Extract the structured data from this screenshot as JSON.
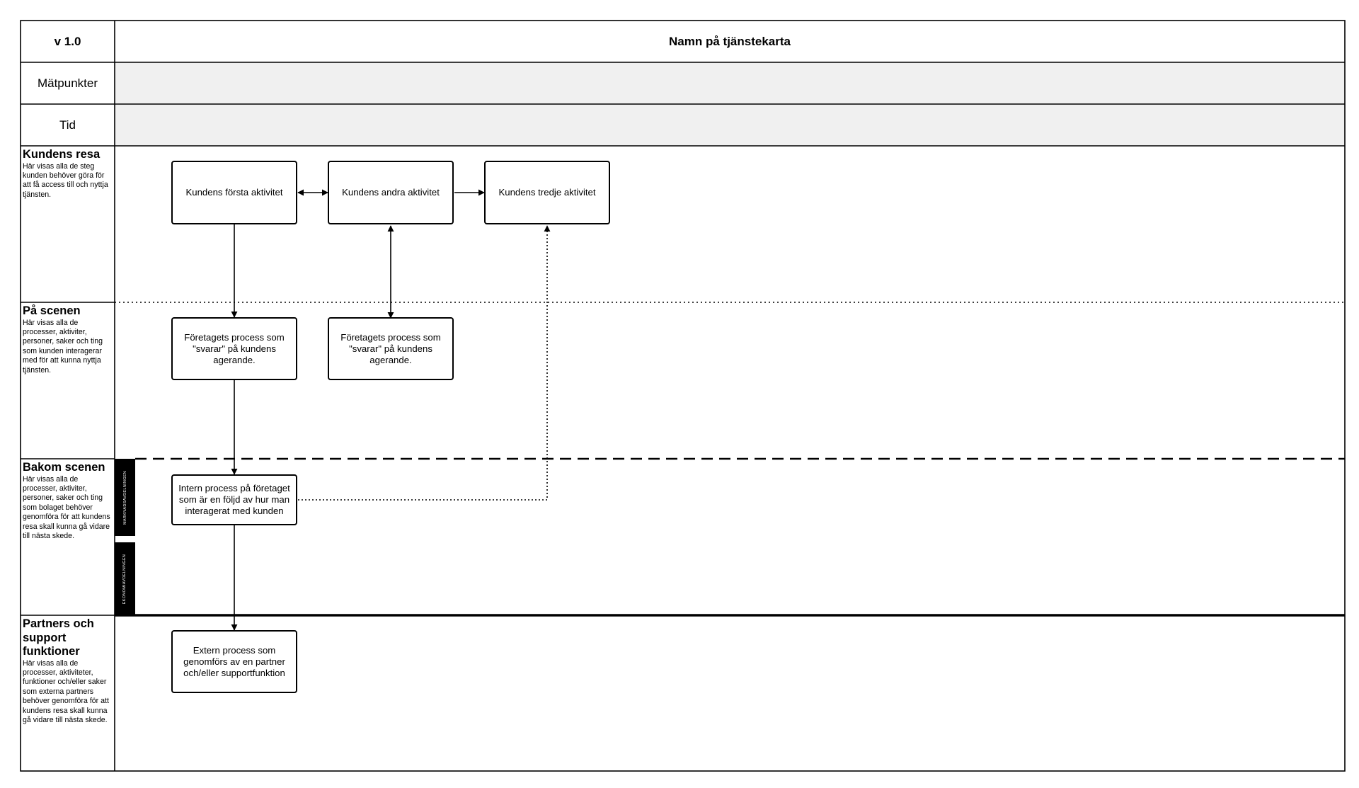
{
  "header": {
    "version": "v 1.0",
    "map_title": "Namn på tjänstekarta"
  },
  "rows": {
    "metrics_label": "Mätpunkter",
    "time_label": "Tid"
  },
  "lanes": [
    {
      "id": "customer-journey",
      "title": "Kundens resa",
      "description": "Här visas alla de steg kunden behöver göra för att få access till och nyttja tjänsten."
    },
    {
      "id": "on-stage",
      "title": "På scenen",
      "description": "Här visas alla de processer, aktiviter, personer, saker och ting som kunden interagerar med för att kunna nyttja tjänsten."
    },
    {
      "id": "backstage",
      "title": "Bakom scenen",
      "description": "Här visas alla de processer, aktiviter, personer, saker och ting som bolaget behöver genomföra för att kundens resa skall kunna gå vidare till nästa skede."
    },
    {
      "id": "partners",
      "title": "Partners och support funktioner",
      "description": "Här visas alla de processer, aktiviteter, funktioner och/eller saker som externa partners behöver genomföra för att kundens resa skall kunna gå vidare till nästa skede."
    }
  ],
  "departments": [
    "MARKNADSAVDELNINGEN",
    "EKONOMIAVDELNINGEN"
  ],
  "nodes": {
    "c1": "Kundens första aktivitet",
    "c2": "Kundens andra aktivitet",
    "c3": "Kundens tredje aktivitet",
    "s1": "Företagets process som \"svarar\" på kundens agerande.",
    "s2": "Företagets process som \"svarar\" på kundens agerande.",
    "b1": "Intern process på företaget som är en följd av hur man interagerat med kunden",
    "p1": "Extern process som genomförs av en partner och/eller supportfunktion"
  },
  "colors": {
    "grid_line": "#000000",
    "shaded_row": "#f0f0f0",
    "box_fill": "#ffffff",
    "dept_tab": "#000000"
  }
}
